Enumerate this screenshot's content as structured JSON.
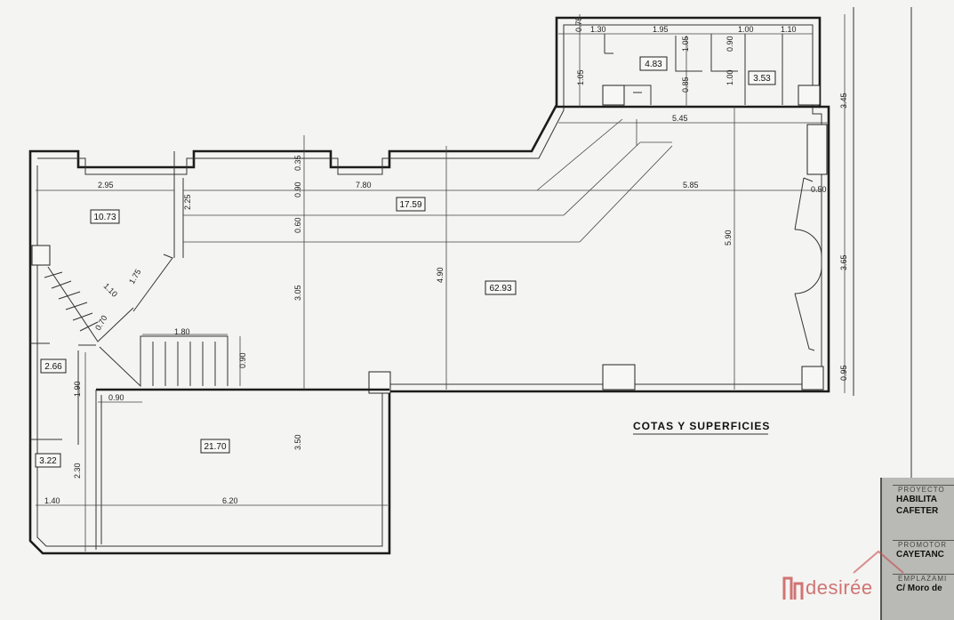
{
  "title": "COTAS Y SUPERFICIES",
  "areas": {
    "a_4_83": "4.83",
    "a_3_53": "3.53",
    "a_10_73": "10.73",
    "a_17_59": "17.59",
    "a_62_93": "62.93",
    "a_2_66": "2.66",
    "a_3_22": "3.22",
    "a_21_70": "21.70"
  },
  "dimensions": {
    "d_0_75": "0.75",
    "d_1_30": "1.30",
    "d_1_95": "1.95",
    "d_1_00_top": "1.00",
    "d_1_10_top": "1.10",
    "d_1_05_a": "1.05",
    "d_1_05_b": "1.05",
    "d_0_90_top": "0.90",
    "d_0_85": "0.85",
    "d_1_00_b": "1.00",
    "d_5_45": "5.45",
    "d_3_45": "3.45",
    "d_0_35": "0.35",
    "d_2_95": "2.95",
    "d_7_80": "7.80",
    "d_5_85": "5.85",
    "d_0_90_mid": "0.90",
    "d_0_50": "0.50",
    "d_2_25": "2.25",
    "d_0_60": "0.60",
    "d_5_90": "5.90",
    "d_3_65": "3.65",
    "d_1_75": "1.75",
    "d_1_10": "1.10",
    "d_0_70": "0.70",
    "d_4_90": "4.90",
    "d_3_05": "3.05",
    "d_1_80": "1.80",
    "d_0_90_stair": "0.90",
    "d_0_95": "0.95",
    "d_1_90": "1.90",
    "d_0_90_low": "0.90",
    "d_3_50": "3.50",
    "d_2_30": "2.30",
    "d_1_40": "1.40",
    "d_6_20": "6.20"
  },
  "title_block": {
    "proyecto_caption": "PROYECTO",
    "proyecto_line1": "HABILITA",
    "proyecto_line2": "CAFETER",
    "promotor_caption": "PROMOTOR",
    "promotor_value": "CAYETANC",
    "emplazamiento_caption": "EMPLAZAMI",
    "emplazamiento_value": "C/ Moro de"
  },
  "watermark": {
    "text": "desirée"
  },
  "colors": {
    "ink": "#1c1c1c",
    "paper": "#f4f4f2",
    "stamp": "#b9b9b5",
    "watermark": "#c44a4a"
  }
}
